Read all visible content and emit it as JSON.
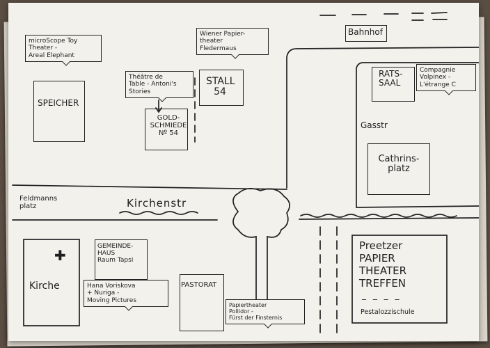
{
  "places": {
    "speicher": "SPEICHER",
    "goldschmiede": "GOLD-\nSCHMIEDE\nNº 54",
    "stall": "STALL\n54",
    "bahnhof": "Bahnhof",
    "ratssaal": "RATS-\nSAAL",
    "cathrinsplatz": "Cathrins-\nplatz",
    "kirche": "Kirche",
    "gemeindehaus": "GEMEINDE-\nHAUS\nRaum Tapsi",
    "pastorat": "PASTORAT",
    "pestalozzischule": "Pestalozzischule"
  },
  "streets": {
    "feldmannsplatz": "Feldmanns\nplatz",
    "kirchenstr": "Kirchenstr",
    "gasstr": "Gasstr"
  },
  "bubbles": {
    "microscope": "microScope Toy\nTheater -\nAreal Elephant",
    "theatre_de_table": "Théâtre de\nTable - Antoni's\nStories",
    "wiener": "Wiener Papier-\ntheater\nFledermaus",
    "compagnie": "Compagnie\nVolpinex -\nL'étrange C",
    "hana": "Hana Voriskova\n+ Nuriga -\nMoving Pictures",
    "papiertheater_pollidor": "Papiertheater\nPollidor -\nFürst der Finsternis"
  },
  "festival": {
    "title": "Preetzer\nPAPIER\nTHEATER\nTREFFEN",
    "dashes": "_ _ _ _"
  },
  "symbols": {
    "church_cross": "✚"
  }
}
